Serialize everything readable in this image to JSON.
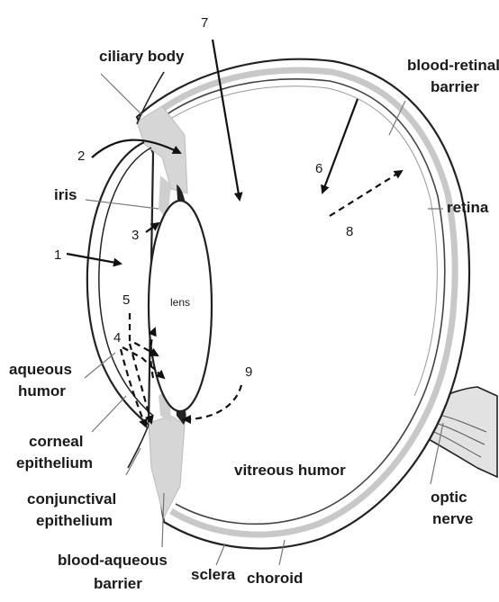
{
  "labels": {
    "ciliary_body": "ciliary body",
    "blood_retinal_1": "blood-retinal",
    "blood_retinal_2": "barrier",
    "iris": "iris",
    "retina": "retina",
    "lens": "lens",
    "aqueous_1": "aqueous",
    "aqueous_2": "humor",
    "corneal_1": "corneal",
    "corneal_2": "epithelium",
    "conjunctival_1": "conjunctival",
    "conjunctival_2": "epithelium",
    "blood_aqueous_1": "blood-aqueous",
    "blood_aqueous_2": "barrier",
    "vitreous": "vitreous humor",
    "optic_1": "optic",
    "optic_2": "nerve",
    "sclera": "sclera",
    "choroid": "choroid"
  },
  "routes": [
    "1",
    "2",
    "3",
    "4",
    "5",
    "6",
    "7",
    "8",
    "9"
  ],
  "colors": {
    "tissue_gray": "#d6d6d6",
    "outline": "#222222",
    "text": "#1a1a1a"
  }
}
